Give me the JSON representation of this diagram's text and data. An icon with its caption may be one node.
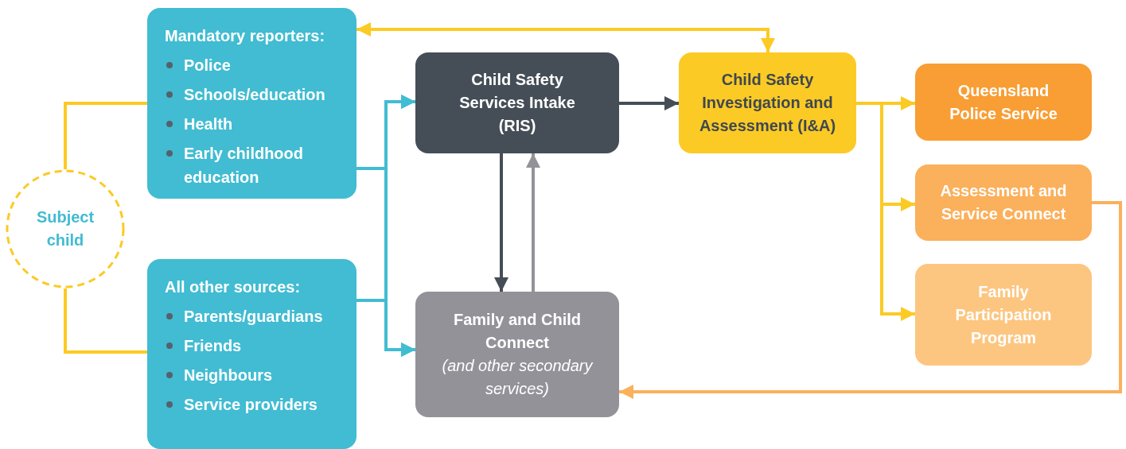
{
  "diagram": {
    "nodes": [
      {
        "text": [
          "Subject child"
        ]
      },
      {
        "text": [
          "Mandatory reporters:",
          "Police",
          "Schools/education",
          "Health",
          "Early childhood education"
        ]
      },
      {
        "text": [
          "All other sources:",
          "Parents/guardians",
          "Friends",
          "Neighbours",
          "Service providers"
        ]
      },
      {
        "text": [
          "Child Safety Services Intake (RIS)"
        ]
      },
      {
        "text": [
          "Family and Child Connect",
          "(and other secondary services)"
        ]
      },
      {
        "text": [
          "Child Safety Investigation and Assessment (I&A)"
        ]
      },
      {
        "text": [
          "Queensland Police Service"
        ]
      },
      {
        "text": [
          "Assessment and Service Connect"
        ]
      },
      {
        "text": [
          "Family Participation Program"
        ]
      }
    ],
    "edges": [
      {
        "from": 0,
        "to": 1,
        "arrow": "none",
        "color": "#fcca24"
      },
      {
        "from": 0,
        "to": 2,
        "arrow": "none",
        "color": "#fcca24"
      },
      {
        "from": 1,
        "to": 3,
        "arrow": "to",
        "color": "#41bcd2"
      },
      {
        "from": 1,
        "to": 4,
        "arrow": "to",
        "color": "#41bcd2"
      },
      {
        "from": 2,
        "to": 3,
        "arrow": "to",
        "color": "#41bcd2"
      },
      {
        "from": 2,
        "to": 4,
        "arrow": "to",
        "color": "#41bcd2"
      },
      {
        "from": 3,
        "to": 4,
        "arrow": "to",
        "color": "#454e57"
      },
      {
        "from": 4,
        "to": 3,
        "arrow": "to",
        "color": "#939299"
      },
      {
        "from": 3,
        "to": 5,
        "arrow": "to",
        "color": "#454e57"
      },
      {
        "from": 1,
        "to": 5,
        "arrow": "both",
        "color": "#fcca24"
      },
      {
        "from": 5,
        "to": 6,
        "arrow": "to",
        "color": "#fcca24"
      },
      {
        "from": 5,
        "to": 7,
        "arrow": "to",
        "color": "#fcca24"
      },
      {
        "from": 5,
        "to": 8,
        "arrow": "to",
        "color": "#fcca24"
      },
      {
        "from": 7,
        "to": 4,
        "arrow": "to",
        "color": "#fbb05c"
      }
    ]
  }
}
